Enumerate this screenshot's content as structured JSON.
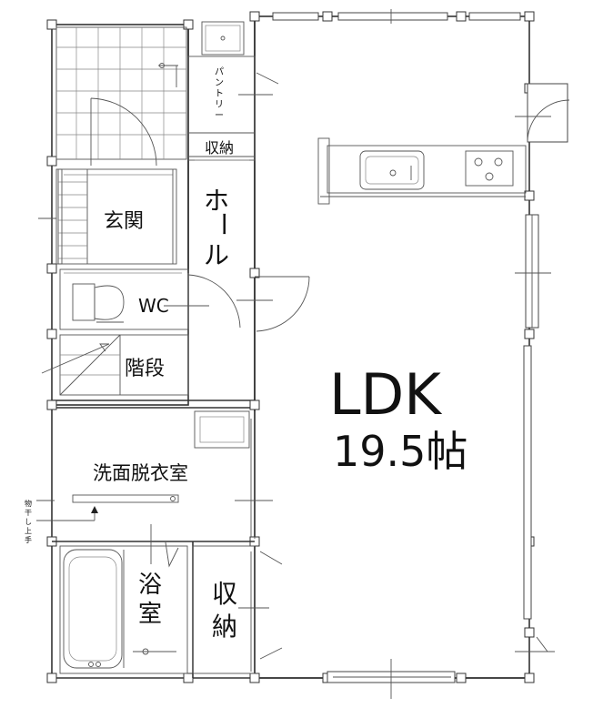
{
  "rooms": {
    "ldk": "LDK",
    "ldk_size": "19.5帖",
    "entrance": "玄関",
    "hall_chars": [
      "ホ",
      "ー",
      "ル"
    ],
    "wc": "WC",
    "stairs": "階段",
    "washroom": "洗面脱衣室",
    "bath_chars": [
      "浴",
      "室"
    ],
    "storage_side_chars": [
      "収",
      "納"
    ],
    "storage_top": "収納",
    "pantry_chars": [
      "パ",
      "ン",
      "ト",
      "リ",
      "ー"
    ]
  },
  "annotations": {
    "laundry_chars": [
      "物",
      "干",
      "し",
      "上",
      "手"
    ]
  }
}
